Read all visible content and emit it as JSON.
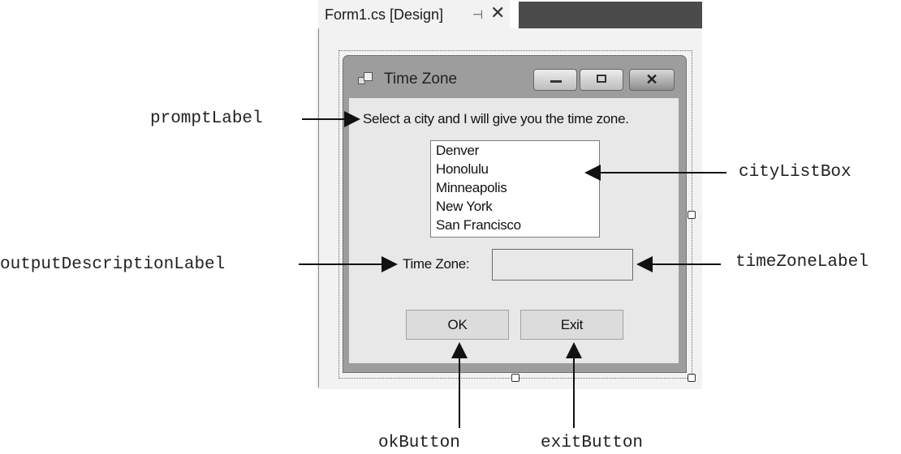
{
  "designer": {
    "tab_title": "Form1.cs [Design]",
    "pin_icon": "pin-icon",
    "close_icon": "close-icon"
  },
  "form": {
    "title": "Time Zone",
    "icon": "app-form-icon",
    "window_buttons": [
      "minimize",
      "maximize",
      "close"
    ],
    "prompt": "Select a city and I will give you the time zone.",
    "cities": [
      "Denver",
      "Honolulu",
      "Minneapolis",
      "New York",
      "San Francisco"
    ],
    "time_zone_caption": "Time Zone:",
    "time_zone_value": "",
    "ok_label": "OK",
    "exit_label": "Exit"
  },
  "callouts": {
    "prompt_label": "promptLabel",
    "city_list_box": "cityListBox",
    "output_description_label": "outputDescriptionLabel",
    "time_zone_label": "timeZoneLabel",
    "ok_button": "okButton",
    "exit_button": "exitButton"
  },
  "colors": {
    "tab_fill": "#4b4b4b",
    "form_frame": "#9d9d9d",
    "client_area": "#e8e8e8"
  }
}
